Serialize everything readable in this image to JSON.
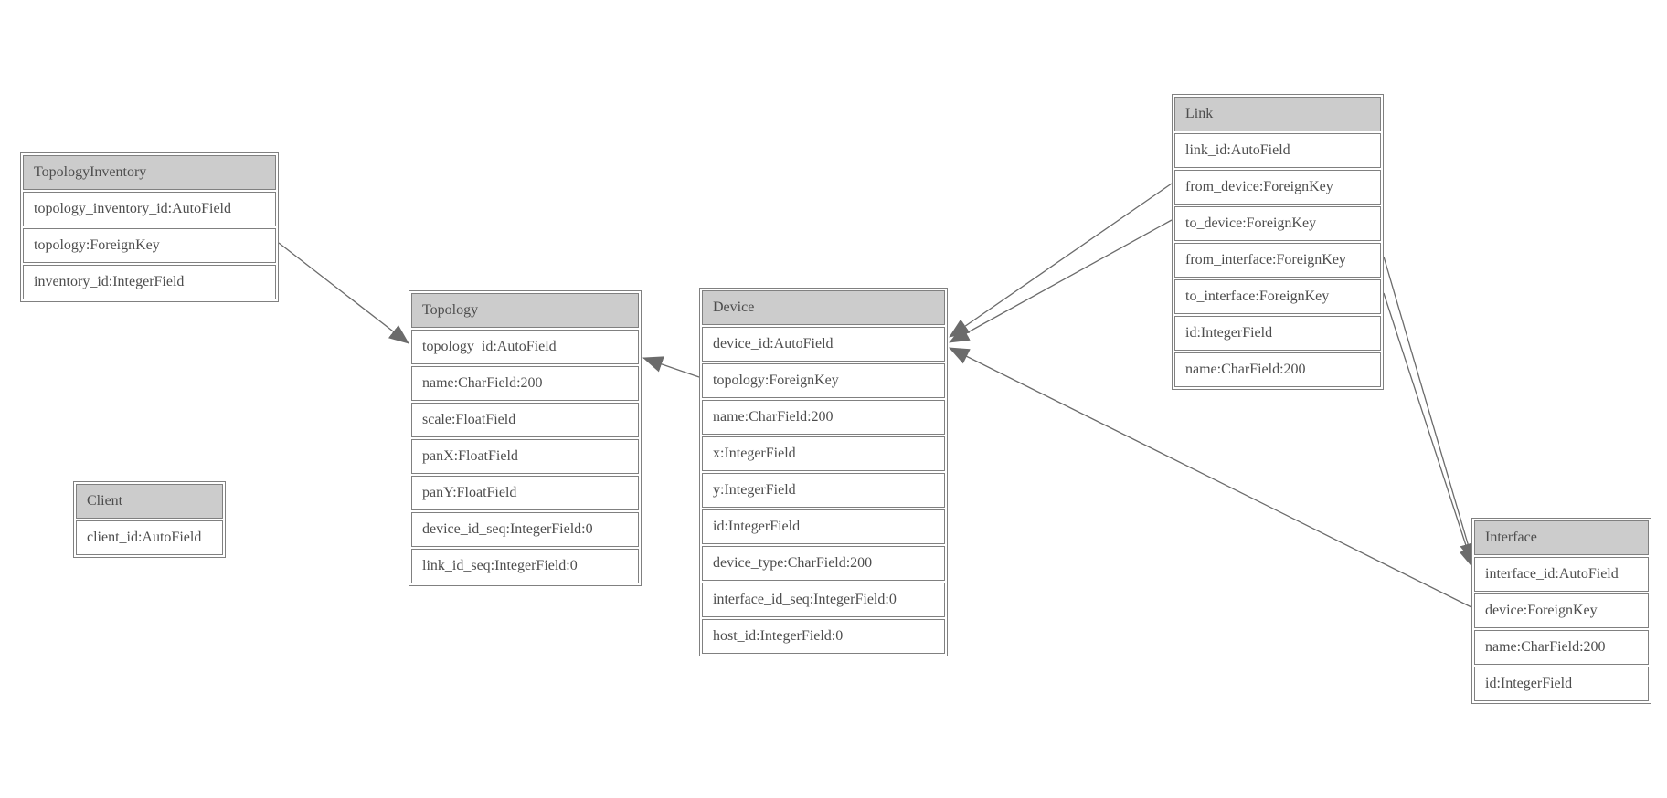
{
  "entities": [
    {
      "name": "TopologyInventory",
      "fields": [
        "topology_inventory_id:AutoField",
        "topology:ForeignKey",
        "inventory_id:IntegerField"
      ]
    },
    {
      "name": "Topology",
      "fields": [
        "topology_id:AutoField",
        "name:CharField:200",
        "scale:FloatField",
        "panX:FloatField",
        "panY:FloatField",
        "device_id_seq:IntegerField:0",
        "link_id_seq:IntegerField:0"
      ]
    },
    {
      "name": "Client",
      "fields": [
        "client_id:AutoField"
      ]
    },
    {
      "name": "Device",
      "fields": [
        "device_id:AutoField",
        "topology:ForeignKey",
        "name:CharField:200",
        "x:IntegerField",
        "y:IntegerField",
        "id:IntegerField",
        "device_type:CharField:200",
        "interface_id_seq:IntegerField:0",
        "host_id:IntegerField:0"
      ]
    },
    {
      "name": "Link",
      "fields": [
        "link_id:AutoField",
        "from_device:ForeignKey",
        "to_device:ForeignKey",
        "from_interface:ForeignKey",
        "to_interface:ForeignKey",
        "id:IntegerField",
        "name:CharField:200"
      ]
    },
    {
      "name": "Interface",
      "fields": [
        "interface_id:AutoField",
        "device:ForeignKey",
        "name:CharField:200",
        "id:IntegerField"
      ]
    }
  ],
  "relationships": [
    {
      "from": "TopologyInventory.topology",
      "to": "Topology.topology_id"
    },
    {
      "from": "Device.topology",
      "to": "Topology.topology_id"
    },
    {
      "from": "Link.from_device",
      "to": "Device.device_id"
    },
    {
      "from": "Link.to_device",
      "to": "Device.device_id"
    },
    {
      "from": "Interface.device",
      "to": "Device.device_id"
    },
    {
      "from": "Link.from_interface",
      "to": "Interface.interface_id"
    },
    {
      "from": "Link.to_interface",
      "to": "Interface.interface_id"
    }
  ],
  "colors": {
    "header_fill": "#cccccc",
    "border": "#808080",
    "text": "#4d4d4d",
    "line": "#6b6b6b",
    "background": "#ffffff"
  }
}
